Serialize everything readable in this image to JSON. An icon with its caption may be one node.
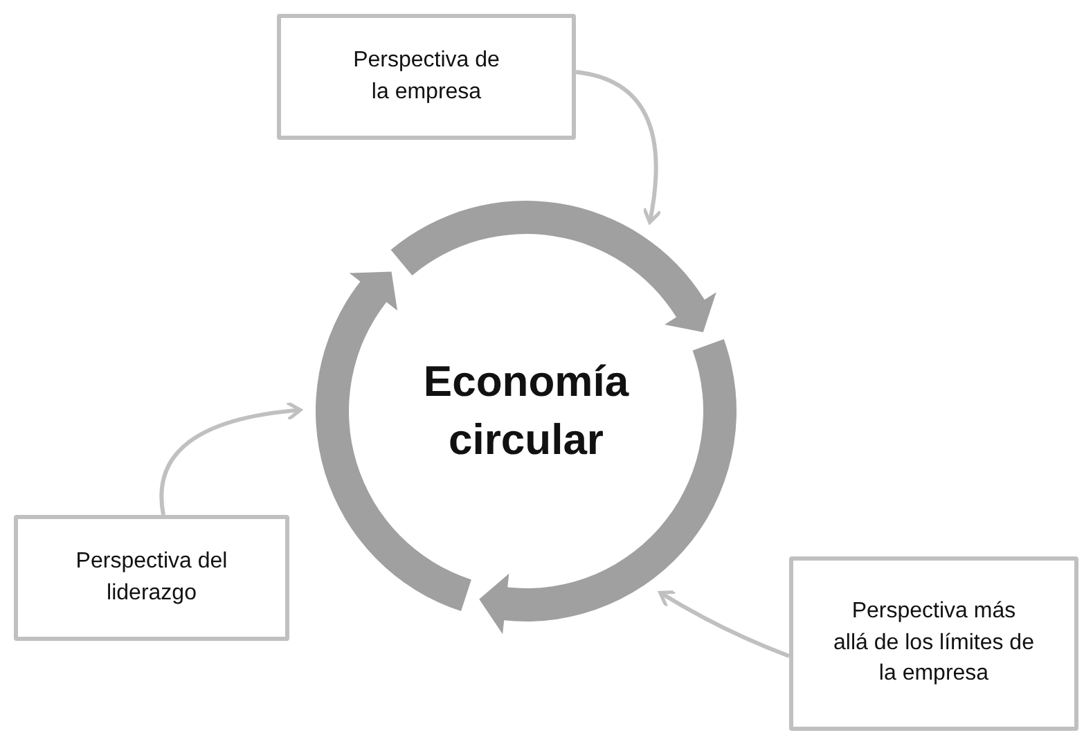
{
  "diagram": {
    "nodes": [
      {
        "text": [
          "Economía circular"
        ]
      },
      {
        "text": [
          "Perspectiva de la empresa"
        ]
      },
      {
        "text": [
          "Perspectiva del liderazgo"
        ]
      },
      {
        "text": [
          "Perspectiva más allá de los límites de la empresa"
        ]
      }
    ],
    "edges": [
      {
        "from": 1,
        "to": 0,
        "arrow": "to"
      },
      {
        "from": 2,
        "to": 0,
        "arrow": "to"
      },
      {
        "from": 3,
        "to": 0,
        "arrow": "to"
      }
    ]
  }
}
